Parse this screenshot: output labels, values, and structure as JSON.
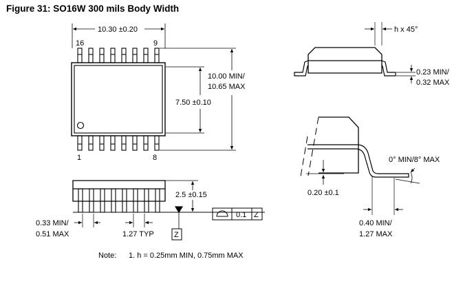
{
  "title": "Figure 31: SO16W 300 mils Body Width",
  "top_view": {
    "width_dim": "10.30 ±0.20",
    "pin_16": "16",
    "pin_9": "9",
    "pin_1": "1",
    "pin_8": "8",
    "body_dim": "7.50 ±0.10",
    "overall_dim_line1": "10.00 MIN/",
    "overall_dim_line2": "10.65 MAX"
  },
  "side_view": {
    "height_dim": "2.5 ±0.15",
    "lead_width_line1": "0.33 MIN/",
    "lead_width_line2": "0.51 MAX",
    "pitch": "1.27 TYP",
    "datum_z": "Z",
    "flatness_value": "0.1",
    "flatness_datum": "Z"
  },
  "end_view": {
    "chamfer": "h x 45°",
    "lead_thk_line1": "0.23 MIN/",
    "lead_thk_line2": "0.32 MAX"
  },
  "detail_view": {
    "angle": "0° MIN/8° MAX",
    "standoff": "0.20 ±0.1",
    "foot_line1": "0.40 MIN/",
    "foot_line2": "1.27 MAX"
  },
  "note": {
    "label": "Note:",
    "text": "1.  h = 0.25mm MIN, 0.75mm MAX"
  }
}
